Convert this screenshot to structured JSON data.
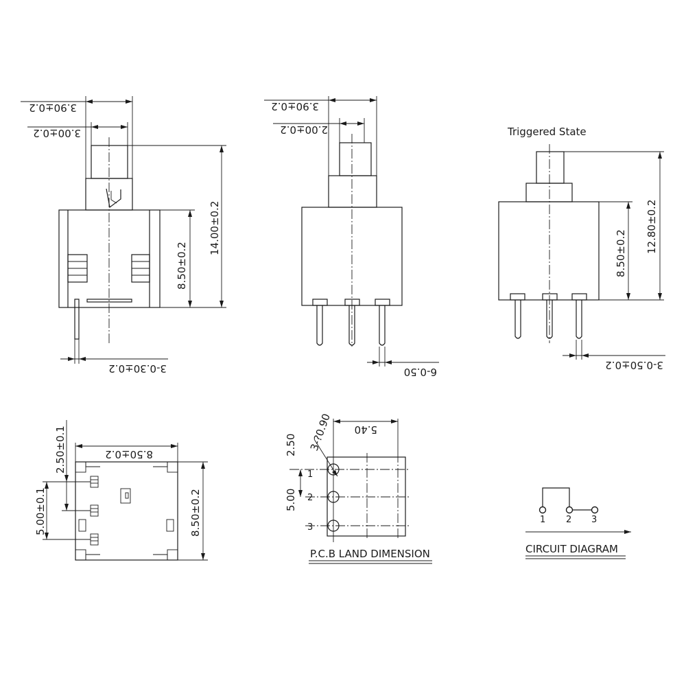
{
  "dimensions": {
    "plunger_width_left": "3.90±0.2",
    "plunger_inner_width_left": "3.00±0.2",
    "plunger_width_mid": "3.90±0.2",
    "plunger_inner_width_mid": "2.00±0.2",
    "total_height": "14.00±0.2",
    "body_height_left": "8.50±0.2",
    "pin_width_left": "3-0.30±0.2",
    "pin_width_mid": "6-0.50",
    "triggered_total_height": "12.80±0.2",
    "triggered_body_height": "8.50±0.2",
    "pin_width_right": "3-0.50±0.2",
    "bottom_height": "2.50±0.1",
    "bottom_width": "8.50±0.2",
    "bottom_pitch": "5.00±0.1",
    "bottom_depth": "8.50±0.2",
    "pcb_hole": "3-?0.90",
    "pcb_width": "5.40",
    "pcb_offset": "2.50",
    "pcb_pitch": "5.00"
  },
  "labels": {
    "triggered_state": "Triggered State",
    "pcb_land_dimension": "P.C.B LAND DIMENSION",
    "circuit_diagram": "CIRCUIT DIAGRAM",
    "pin_1": "1",
    "pin_2": "2",
    "pin_3": "3",
    "circuit_pin_1": "1",
    "circuit_pin_2": "2",
    "circuit_pin_3": "3"
  }
}
